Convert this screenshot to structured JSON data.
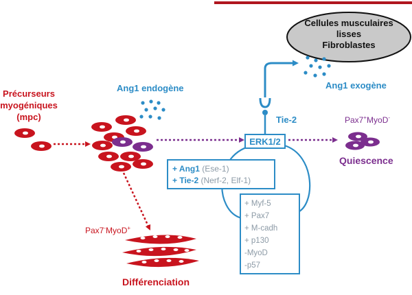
{
  "diagram": {
    "source_cells_line1": "Cellules musculaires",
    "source_cells_line2": "lisses",
    "source_cells_line3": "Fibroblastes",
    "ang1_exogene": "Ang1 exogène",
    "ang1_endogene": "Ang1 endogène",
    "precursors_line1": "Précurseurs",
    "precursors_line2": "myogéniques",
    "precursors_line3": "(mpc)",
    "tie2": "Tie-2",
    "erk": "ERK1/2",
    "pax7_myod_neg": "Pax7",
    "pax7_myod_neg_b": "MyoD",
    "pax7_sup": "+",
    "myod_sup": "-",
    "quiescence": "Quiescence",
    "pax7_myod_pos": "Pax7",
    "pax7_myod_pos_b": "MyoD",
    "pax7_sup_neg": "-",
    "myod_sup_pos": "+",
    "differenciation": "Différenciation",
    "box1_row1_bold": "+ Ang1",
    "box1_row1_rest": " (Ese-1)",
    "box1_row2_bold": "+ Tie-2",
    "box1_row2_rest": " (Nerf-2, Elf-1)",
    "box2_items": [
      "+ Myf-5",
      "+ Pax7",
      "+ M-cadh",
      "+ p130",
      "-MyoD",
      "-p57"
    ]
  },
  "colors": {
    "red": "#c8141e",
    "blue": "#2c8cc6",
    "purple": "#7b2e8e",
    "gray_text": "#8c9aa6",
    "ellipse_fill": "#c9c9c9"
  }
}
